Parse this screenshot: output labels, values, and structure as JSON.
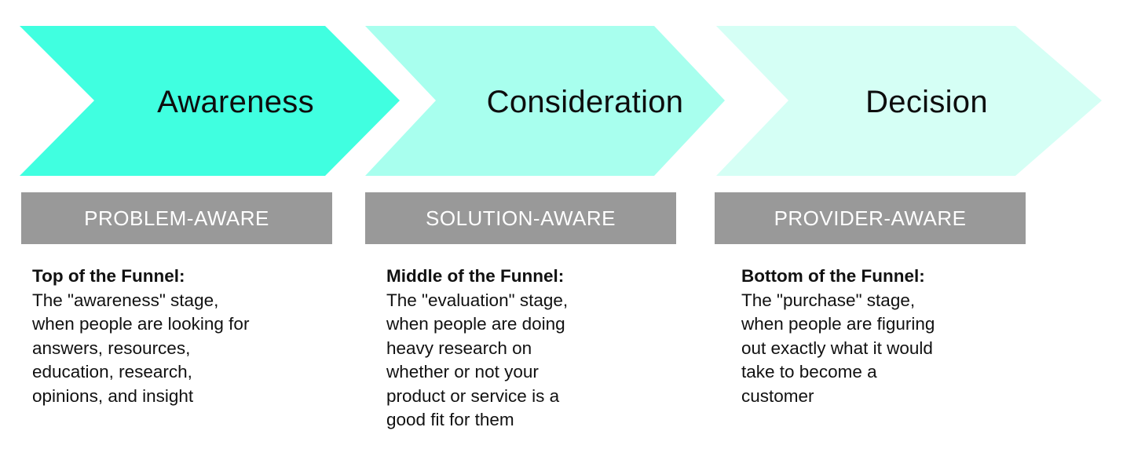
{
  "colors": {
    "awareness": "#40FFE0",
    "consideration": "#A8FFEE",
    "decision": "#D5FFF5",
    "tag_bg": "#999999",
    "tag_text": "#FFFFFF"
  },
  "stages": [
    {
      "title": "Awareness",
      "tag": "PROBLEM-AWARE",
      "heading": "Top of the Funnel:",
      "lines": [
        "The \"awareness\" stage,",
        "when people are looking for",
        "answers, resources,",
        "education, research,",
        "opinions, and insight"
      ]
    },
    {
      "title": "Consideration",
      "tag": "SOLUTION-AWARE",
      "heading": "Middle of the Funnel:",
      "lines": [
        "The \"evaluation\" stage,",
        "when people are doing",
        "heavy research on",
        "whether or not your",
        "product or service is a",
        "good fit for them"
      ]
    },
    {
      "title": "Decision",
      "tag": "PROVIDER-AWARE",
      "heading": "Bottom of the Funnel:",
      "lines": [
        "The \"purchase\" stage,",
        "when people are figuring",
        "out exactly what it would",
        "take to become a",
        "customer"
      ]
    }
  ]
}
